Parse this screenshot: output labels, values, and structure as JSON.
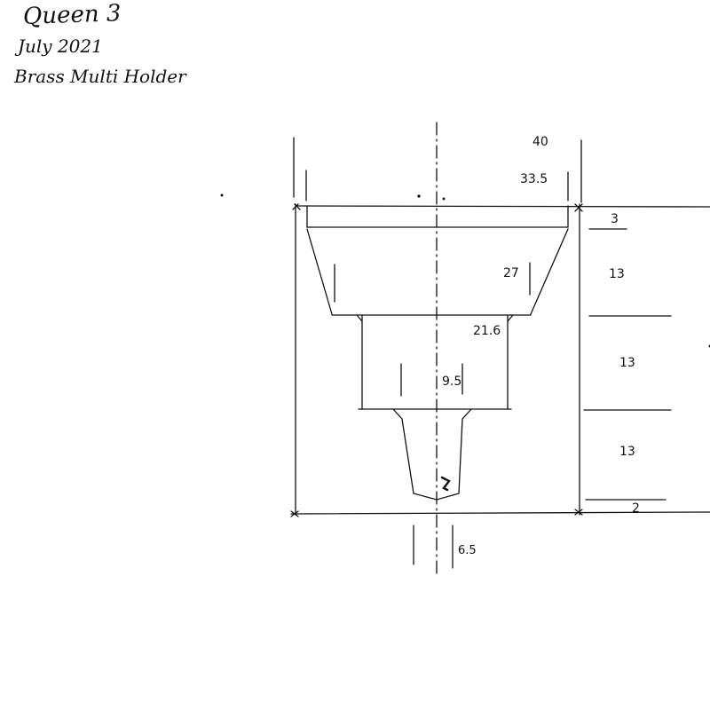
{
  "title_block": {
    "project": "Queen 3",
    "date": "July 2021",
    "part": "Brass Multi Holder"
  },
  "dimensions": {
    "overall_width": "40",
    "flange_width": "33.5",
    "cone_width": "27",
    "step_diameter": "21.6",
    "bore_diameter": "9.5",
    "tip_diameter": "6.5",
    "flange_height": "3",
    "section_1_height": "13",
    "section_2_height": "13",
    "section_3_height": "13",
    "base_height": "2"
  },
  "colors": {
    "ink": "#111111",
    "paper": "#ffffff"
  }
}
